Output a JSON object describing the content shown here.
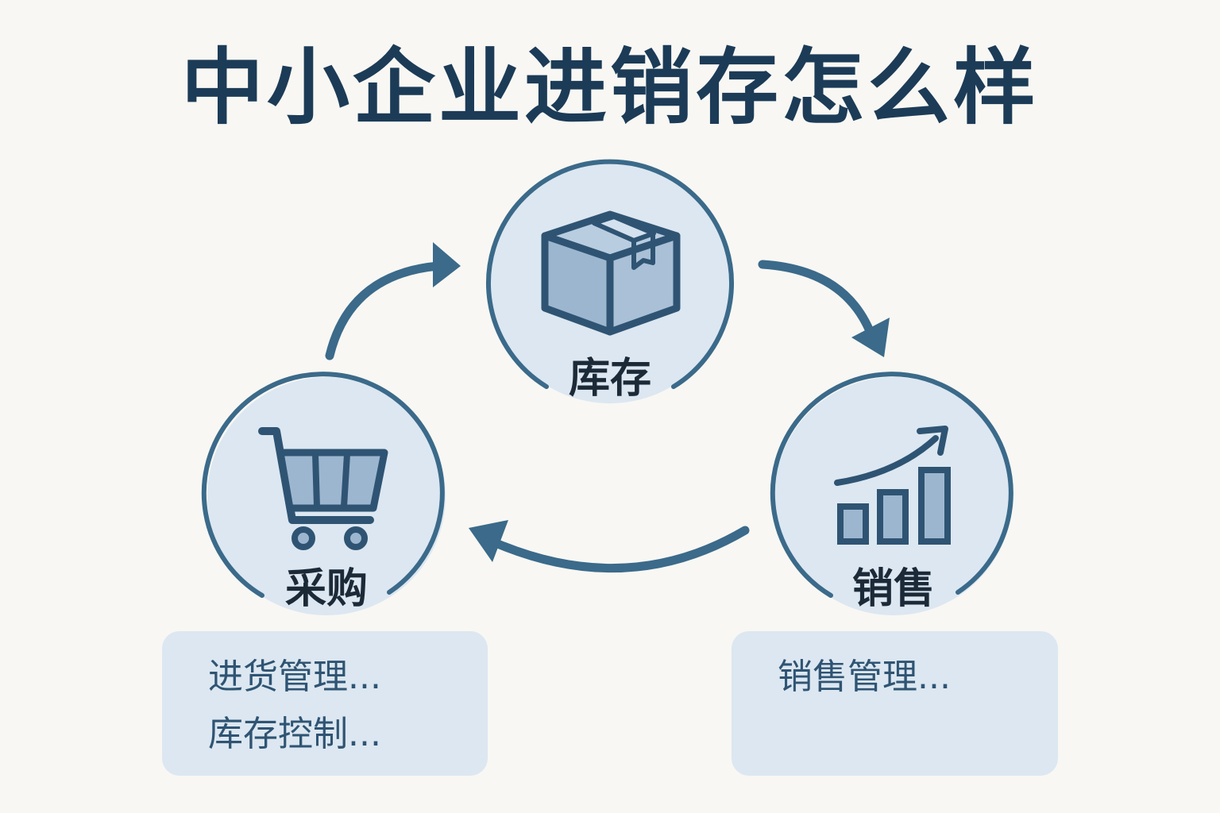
{
  "title": "中小企业进销存怎么样",
  "colors": {
    "accent": "#3b6a8a",
    "circle_fill": "#dce7f1",
    "icon_fill": "#9db6cf",
    "title": "#1c3b57",
    "background": "#f8f7f3"
  },
  "nodes": {
    "inventory": {
      "label": "库存",
      "icon": "box-icon"
    },
    "purchase": {
      "label": "采购",
      "icon": "cart-icon"
    },
    "sales": {
      "label": "销售",
      "icon": "chart-icon"
    }
  },
  "boxes": {
    "purchase": {
      "lines": [
        "进货管理...",
        "库存控制..."
      ]
    },
    "sales": {
      "lines": [
        "销售管理..."
      ]
    }
  }
}
